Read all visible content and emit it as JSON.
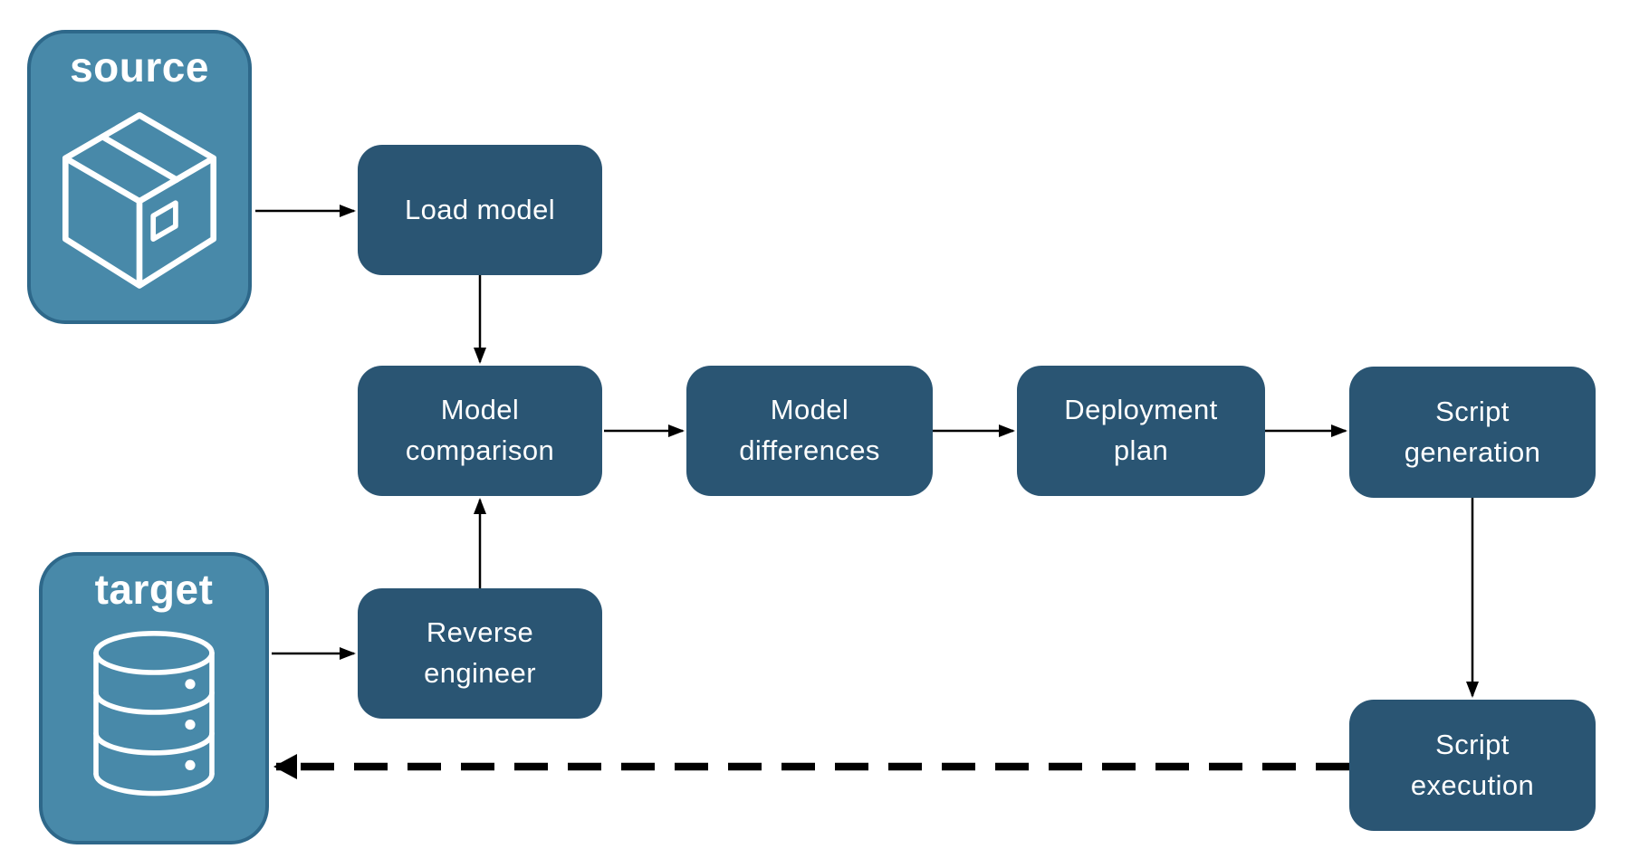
{
  "colors": {
    "entity_fill": "#4889A9",
    "entity_border": "#2E688A",
    "step_fill": "#2A5573",
    "text": "#FFFFFF",
    "arrow": "#000000",
    "background": "#FFFFFF"
  },
  "entities": [
    {
      "id": "source",
      "label": "source",
      "icon": "package-icon"
    },
    {
      "id": "target",
      "label": "target",
      "icon": "database-icon"
    }
  ],
  "steps": [
    {
      "id": "load-model",
      "label": "Load model"
    },
    {
      "id": "model-comparison",
      "label": "Model comparison"
    },
    {
      "id": "model-differences",
      "label": "Model differences"
    },
    {
      "id": "deployment-plan",
      "label": "Deployment plan"
    },
    {
      "id": "script-generation",
      "label": "Script generation"
    },
    {
      "id": "reverse-engineer",
      "label": "Reverse engineer"
    },
    {
      "id": "script-execution",
      "label": "Script execution"
    }
  ],
  "flows": [
    {
      "from": "source",
      "to": "load-model",
      "style": "solid"
    },
    {
      "from": "load-model",
      "to": "model-comparison",
      "style": "solid"
    },
    {
      "from": "model-comparison",
      "to": "model-differences",
      "style": "solid"
    },
    {
      "from": "model-differences",
      "to": "deployment-plan",
      "style": "solid"
    },
    {
      "from": "deployment-plan",
      "to": "script-generation",
      "style": "solid"
    },
    {
      "from": "script-generation",
      "to": "script-execution",
      "style": "solid"
    },
    {
      "from": "target",
      "to": "reverse-engineer",
      "style": "solid"
    },
    {
      "from": "reverse-engineer",
      "to": "model-comparison",
      "style": "solid"
    },
    {
      "from": "script-execution",
      "to": "target",
      "style": "dashed"
    }
  ]
}
